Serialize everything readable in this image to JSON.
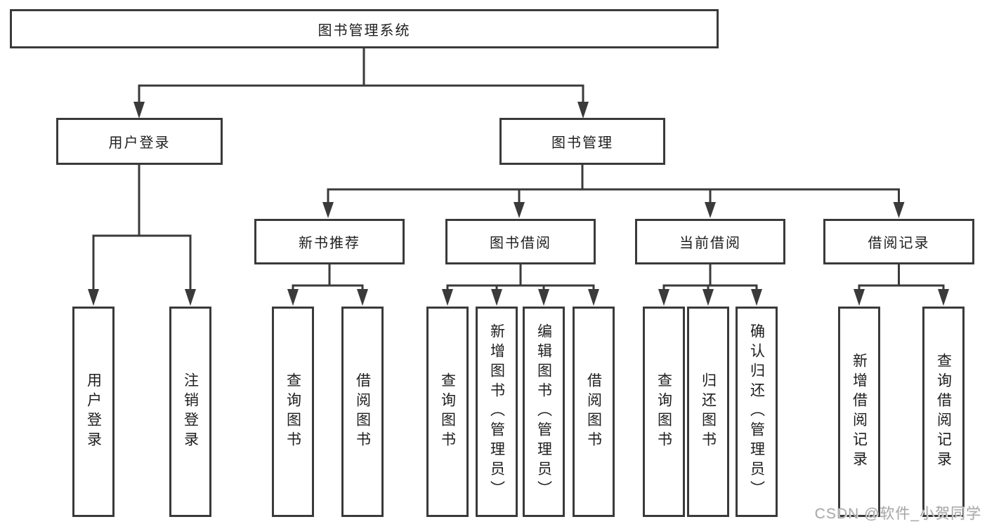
{
  "tree": {
    "root": {
      "label": "图书管理系统",
      "children": [
        {
          "label": "用户登录",
          "children": [
            {
              "label": "用户登录"
            },
            {
              "label": "注销登录"
            }
          ]
        },
        {
          "label": "图书管理",
          "children": [
            {
              "label": "新书推荐",
              "children": [
                {
                  "label": "查询图书"
                },
                {
                  "label": "借阅图书"
                }
              ]
            },
            {
              "label": "图书借阅",
              "children": [
                {
                  "label": "查询图书"
                },
                {
                  "label": "新增图书（管理员）"
                },
                {
                  "label": "编辑图书（管理员）"
                },
                {
                  "label": "借阅图书"
                }
              ]
            },
            {
              "label": "当前借阅",
              "children": [
                {
                  "label": "查询图书"
                },
                {
                  "label": "归还图书"
                },
                {
                  "label": "确认归还（管理员）"
                }
              ]
            },
            {
              "label": "借阅记录",
              "children": [
                {
                  "label": "新增借阅记录"
                },
                {
                  "label": "查询借阅记录"
                }
              ]
            }
          ]
        }
      ]
    }
  },
  "watermark": {
    "text": "CSDN @软件_小贺同学"
  },
  "colors": {
    "line": "#3a3a3a",
    "text": "#1e1e1e",
    "watermark_text": "#a9a9a9",
    "background": "#ffffff"
  }
}
